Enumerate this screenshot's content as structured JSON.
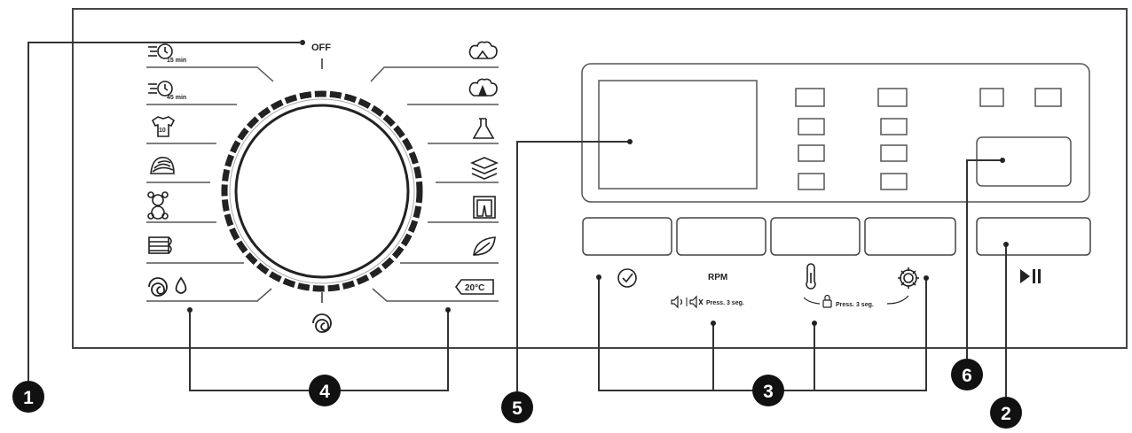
{
  "dial": {
    "off_label": "OFF",
    "left_programs": [
      {
        "icon": "rapid-15-min-icon",
        "label": "15 min"
      },
      {
        "icon": "rapid-45-min-icon",
        "label": "45 min"
      },
      {
        "icon": "shirts-icon",
        "label": "10"
      },
      {
        "icon": "wool-icon",
        "label": ""
      },
      {
        "icon": "baby-care-icon",
        "label": ""
      },
      {
        "icon": "bedding-icon",
        "label": ""
      },
      {
        "icon": "spin-drain-icon",
        "label": ""
      }
    ],
    "right_programs": [
      {
        "icon": "cotton-icon",
        "label": ""
      },
      {
        "icon": "eco-cotton-icon",
        "label": ""
      },
      {
        "icon": "hygiene-flask-icon",
        "label": ""
      },
      {
        "icon": "mixed-layers-icon",
        "label": ""
      },
      {
        "icon": "jeans-icon",
        "label": ""
      },
      {
        "icon": "delicate-leaf-icon",
        "label": ""
      },
      {
        "icon": "cold-wash-icon",
        "label": "20°C"
      }
    ],
    "bottom_icon": "spin-icon"
  },
  "buttons": {
    "delay_icon": "clock-icon",
    "spin_label": "RPM",
    "spin_sublabel": "Press. 3 seg.",
    "temp_icon": "thermometer-icon",
    "temp_sublabel": "Press. 3 seg.",
    "options_icon": "gear-icon",
    "start_pause_icon": "play-pause-icon"
  },
  "callouts": [
    "1",
    "2",
    "3",
    "4",
    "5",
    "6"
  ],
  "colors": {
    "line": "#333333",
    "callout": "#111111"
  }
}
